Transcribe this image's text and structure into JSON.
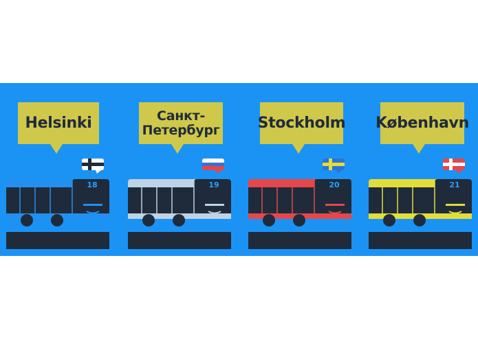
{
  "cities": [
    {
      "name": "Helsinki",
      "route": "18",
      "bus_color": "#2390f0",
      "flag_icon": "finland-flag-icon",
      "lines": 1
    },
    {
      "name": "Санкт-\nПетербург",
      "route": "19",
      "bus_color": "#bfd3e6",
      "flag_icon": "russia-flag-icon",
      "lines": 2
    },
    {
      "name": "Stockholm",
      "route": "20",
      "bus_color": "#e5474a",
      "flag_icon": "sweden-flag-icon",
      "lines": 1
    },
    {
      "name": "København",
      "route": "21",
      "bus_color": "#e3dd3a",
      "flag_icon": "denmark-flag-icon",
      "lines": 1
    }
  ],
  "colors": {
    "background": "#1a93f5",
    "bubble": "#cfc84a",
    "dark": "#1f2b3b"
  }
}
